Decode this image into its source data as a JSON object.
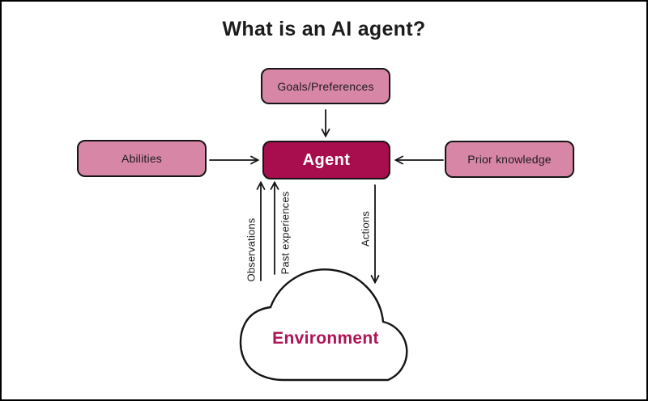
{
  "title": "What is an AI agent?",
  "colors": {
    "pink": "#D886A6",
    "crimson": "#A80D4D",
    "env-text": "#B01254",
    "ink": "#1C1C1C"
  },
  "nodes": {
    "goals": {
      "label": "Goals/Preferences"
    },
    "abilities": {
      "label": "Abilities"
    },
    "agent": {
      "label": "Agent"
    },
    "prior": {
      "label": "Prior knowledge"
    },
    "environment": {
      "label": "Environment"
    }
  },
  "edges": {
    "observations": {
      "label": "Observations"
    },
    "past_experiences": {
      "label": "Past experiences"
    },
    "actions": {
      "label": "Actions"
    }
  }
}
